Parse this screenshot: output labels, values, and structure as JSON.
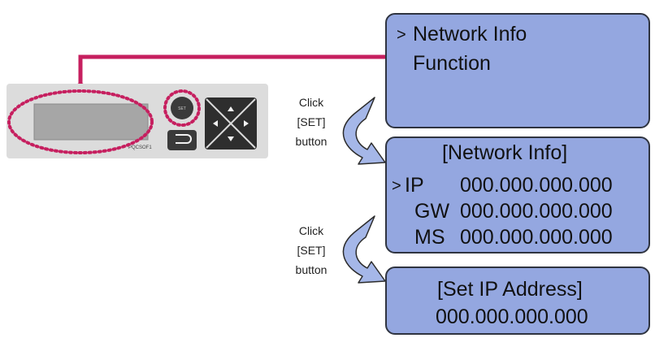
{
  "colors": {
    "lcd_fill": "#94a7e0",
    "lcd_border": "#2f3440",
    "connector": "#c61f5f",
    "highlight": "#c61f5f",
    "arrow_fill": "#a5b7e8",
    "panel_fill": "#dcdcdc",
    "panel_display": "#a6a6a6",
    "button_fill": "#3a3a3a"
  },
  "controller": {
    "set_button_label": "SET",
    "model_label": "PQCSOF1",
    "icons": [
      "return-icon",
      "up-arrow-icon",
      "left-arrow-icon",
      "right-arrow-icon",
      "down-arrow-icon"
    ]
  },
  "steps": [
    {
      "line1": "Click",
      "line2": "[SET]",
      "line3": "button"
    },
    {
      "line1": "Click",
      "line2": "[SET]",
      "line3": "button"
    }
  ],
  "screens": {
    "menu": {
      "cursor": ">",
      "item_selected": "Network Info",
      "item_2": "Function"
    },
    "network_info": {
      "title": "[Network Info]",
      "cursor": ">",
      "rows": [
        {
          "label": "IP",
          "value": "000.000.000.000"
        },
        {
          "label": "GW",
          "value": "000.000.000.000"
        },
        {
          "label": "MS",
          "value": "000.000.000.000"
        }
      ]
    },
    "set_ip": {
      "title": "[Set IP Address]",
      "value": "000.000.000.000"
    }
  }
}
